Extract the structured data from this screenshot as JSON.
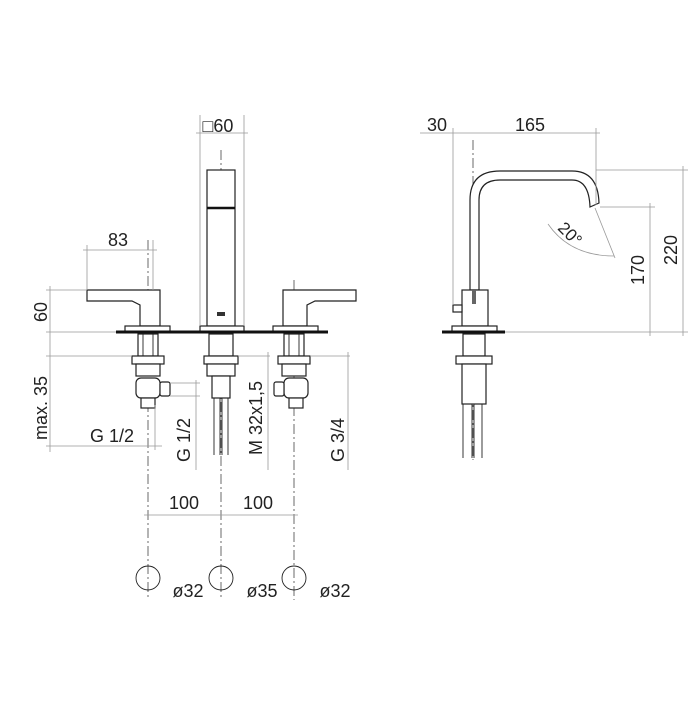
{
  "title": "Three-hole basin mixer dimension drawing",
  "front_view": {
    "spout_square": "□60",
    "handle_reach": "83",
    "handle_height": "60",
    "max_deck": "max. 35",
    "inlet_thread_h": "G 1/2",
    "inlet_thread_v": "G 1/2",
    "spout_thread": "M 32x1,5",
    "outlet_thread": "G 3/4",
    "spacing_left": "100",
    "spacing_right": "100",
    "hole_left": "ø32",
    "hole_center": "ø35",
    "hole_right": "ø32"
  },
  "side_view": {
    "offset": "30",
    "projection": "165",
    "angle": "20°",
    "outlet_height": "170",
    "total_height": "220"
  }
}
